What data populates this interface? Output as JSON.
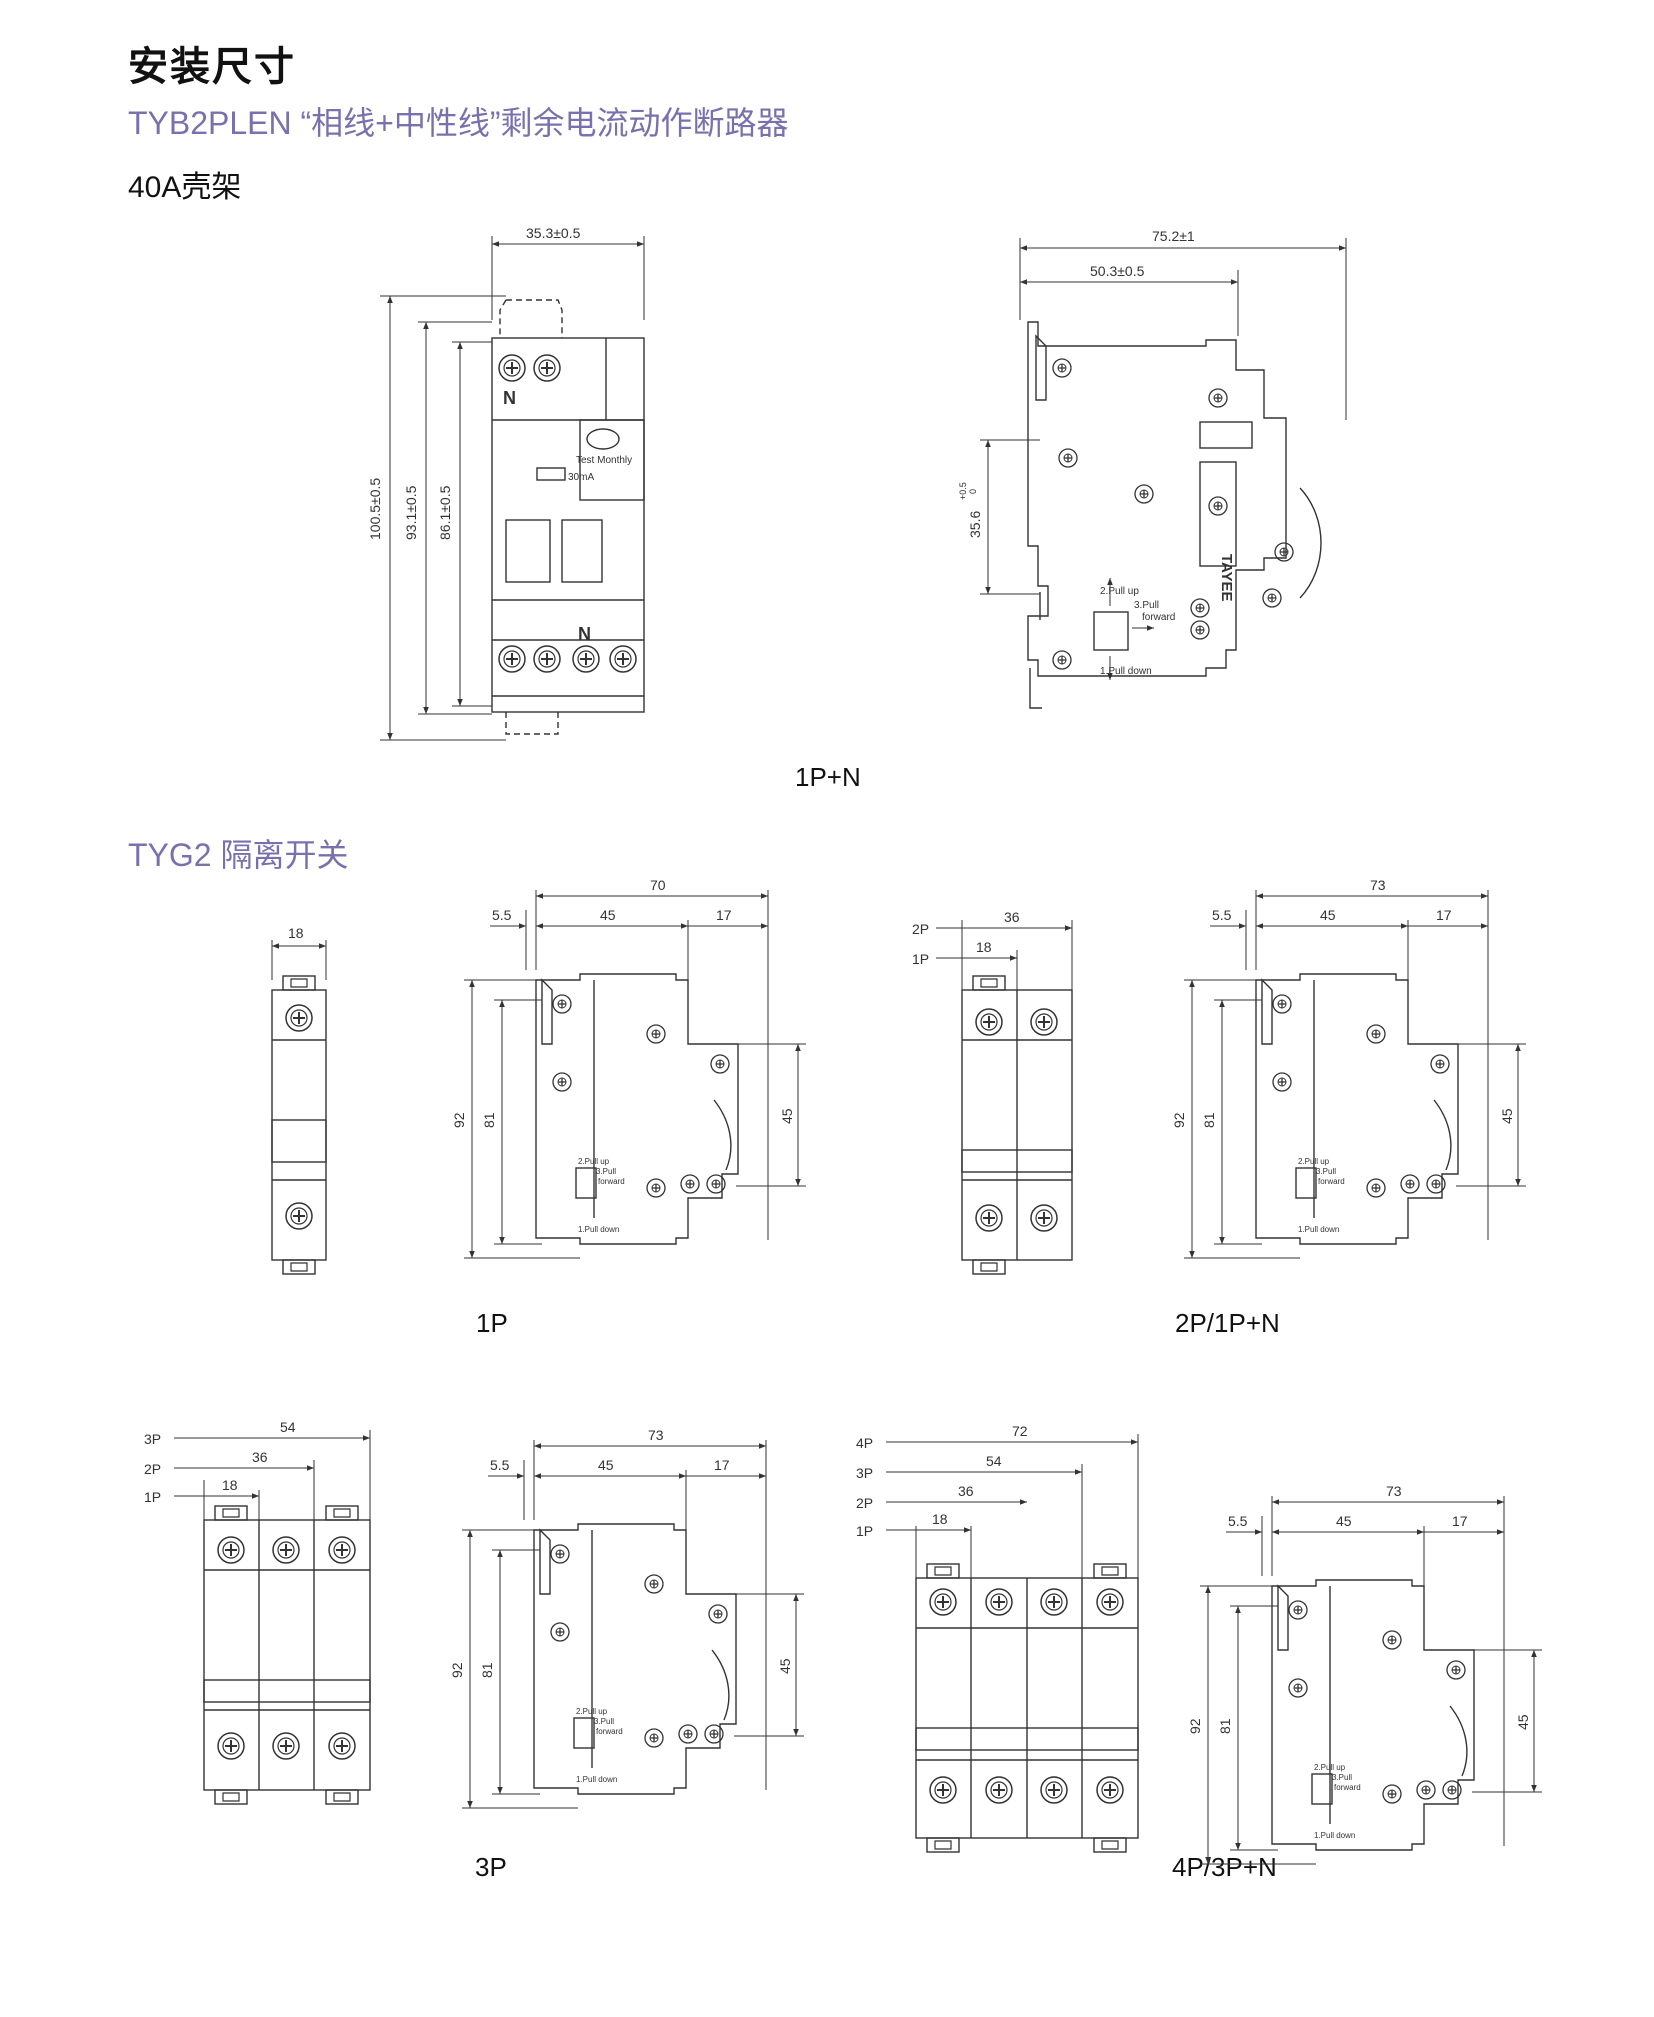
{
  "header": {
    "title": "安装尺寸",
    "subtitle": "TYB2PLEN “相线+中性线”剩余电流动作断路器",
    "frame": "40A壳架",
    "section2": "TYG2 隔离开关"
  },
  "rcbo": {
    "front": {
      "width": "35.3±0.5",
      "h1": "100.5±0.5",
      "h2": "93.1±0.5",
      "h3": "86.1±0.5",
      "n_top": "N",
      "n_bottom": "N",
      "test": "Test Monthly",
      "ma": "30mA"
    },
    "side": {
      "width_total": "75.2±1",
      "width_body": "50.3±0.5",
      "rail": "35.6",
      "rail_tol": "+0.5",
      "rail_tol0": "0",
      "brand": "TAYEE",
      "pull_up": "2.Pull up",
      "pull_forward": "3.Pull",
      "pull_forward2": "forward",
      "pull_down": "1.Pull down"
    },
    "caption": "1P+N"
  },
  "tyg2": {
    "caption_1p": "1P",
    "caption_2p": "2P/1P+N",
    "caption_3p": "3P",
    "caption_4p": "4P/3P+N",
    "front_1p": {
      "w": "18"
    },
    "front_2p": {
      "w2": "36",
      "w1": "18",
      "l2": "2P",
      "l1": "1P"
    },
    "front_3p": {
      "w3": "54",
      "w2": "36",
      "w1": "18",
      "l3": "3P",
      "l2": "2P",
      "l1": "1P"
    },
    "front_4p": {
      "w4": "72",
      "w3": "54",
      "w2": "36",
      "w1": "18",
      "l4": "4P",
      "l3": "3P",
      "l2": "2P",
      "l1": "1P"
    },
    "side_1p": {
      "d1": "5.5",
      "d2": "45",
      "d3": "17",
      "dt": "70",
      "h1": "92",
      "h2": "81",
      "h3": "45"
    },
    "side_2p": {
      "d1": "5.5",
      "d2": "45",
      "d3": "17",
      "dt": "73",
      "h1": "92",
      "h2": "81",
      "h3": "45"
    },
    "side_3p": {
      "d1": "5.5",
      "d2": "45",
      "d3": "17",
      "dt": "73",
      "h1": "92",
      "h2": "81",
      "h3": "45"
    },
    "side_4p": {
      "d1": "5.5",
      "d2": "45",
      "d3": "17",
      "dt": "73",
      "h1": "92",
      "h2": "81",
      "h3": "45"
    },
    "pull": {
      "up": "2.Pull up",
      "fwd": "3.Pull",
      "fwd2": "forward",
      "down": "1.Pull down"
    }
  }
}
